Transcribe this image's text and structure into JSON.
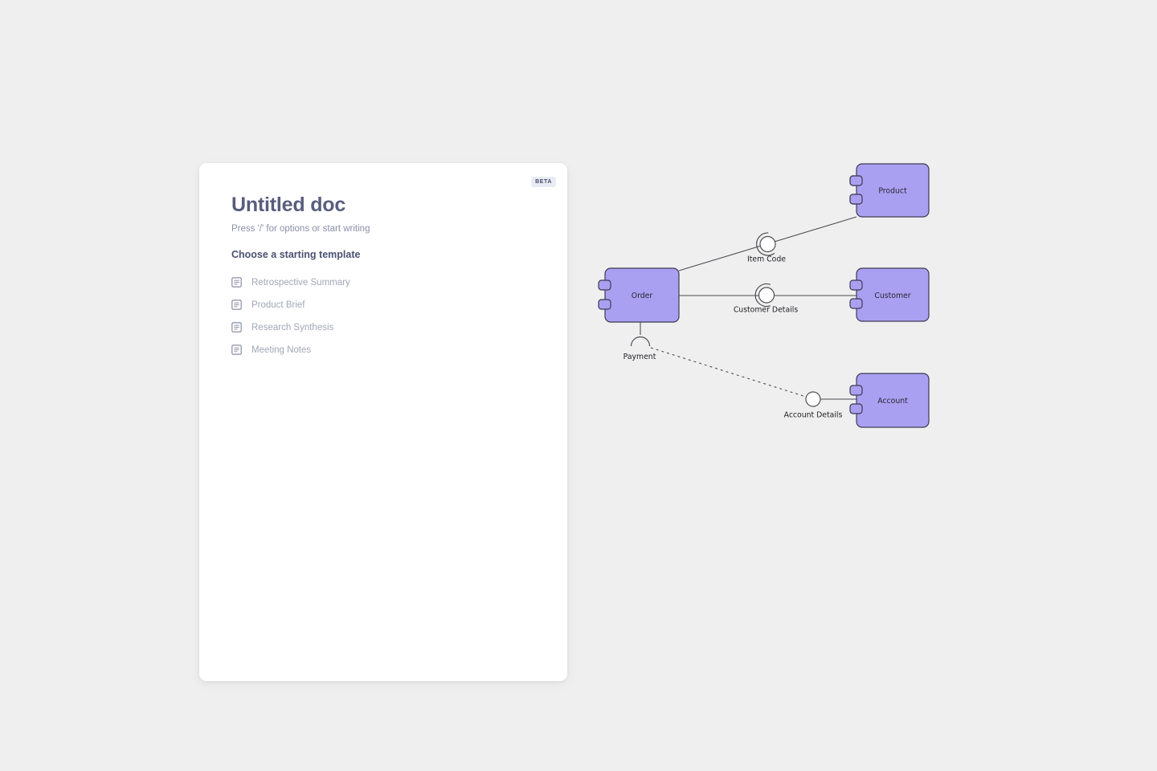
{
  "page": {
    "background": "#efefef"
  },
  "doc_card": {
    "beta_badge": "BETA",
    "title": "Untitled doc",
    "placeholder": "Press '/' for options or start writing",
    "templates_heading": "Choose a starting template",
    "templates": [
      {
        "label": "Retrospective Summary"
      },
      {
        "label": "Product Brief"
      },
      {
        "label": "Research Synthesis"
      },
      {
        "label": "Meeting Notes"
      }
    ]
  },
  "diagram": {
    "type": "uml-component-diagram",
    "components": [
      {
        "label": "Product"
      },
      {
        "label": "Order"
      },
      {
        "label": "Customer"
      },
      {
        "label": "Account"
      }
    ],
    "interfaces": [
      {
        "label": "Item Code",
        "kind": "ball-and-socket"
      },
      {
        "label": "Customer Details",
        "kind": "ball-and-socket"
      },
      {
        "label": "Payment",
        "kind": "socket"
      },
      {
        "label": "Account Details",
        "kind": "ball"
      }
    ],
    "colors": {
      "component_fill": "#aaa0f2",
      "component_border": "#3e3a52",
      "connector": "#4d4d55"
    }
  }
}
